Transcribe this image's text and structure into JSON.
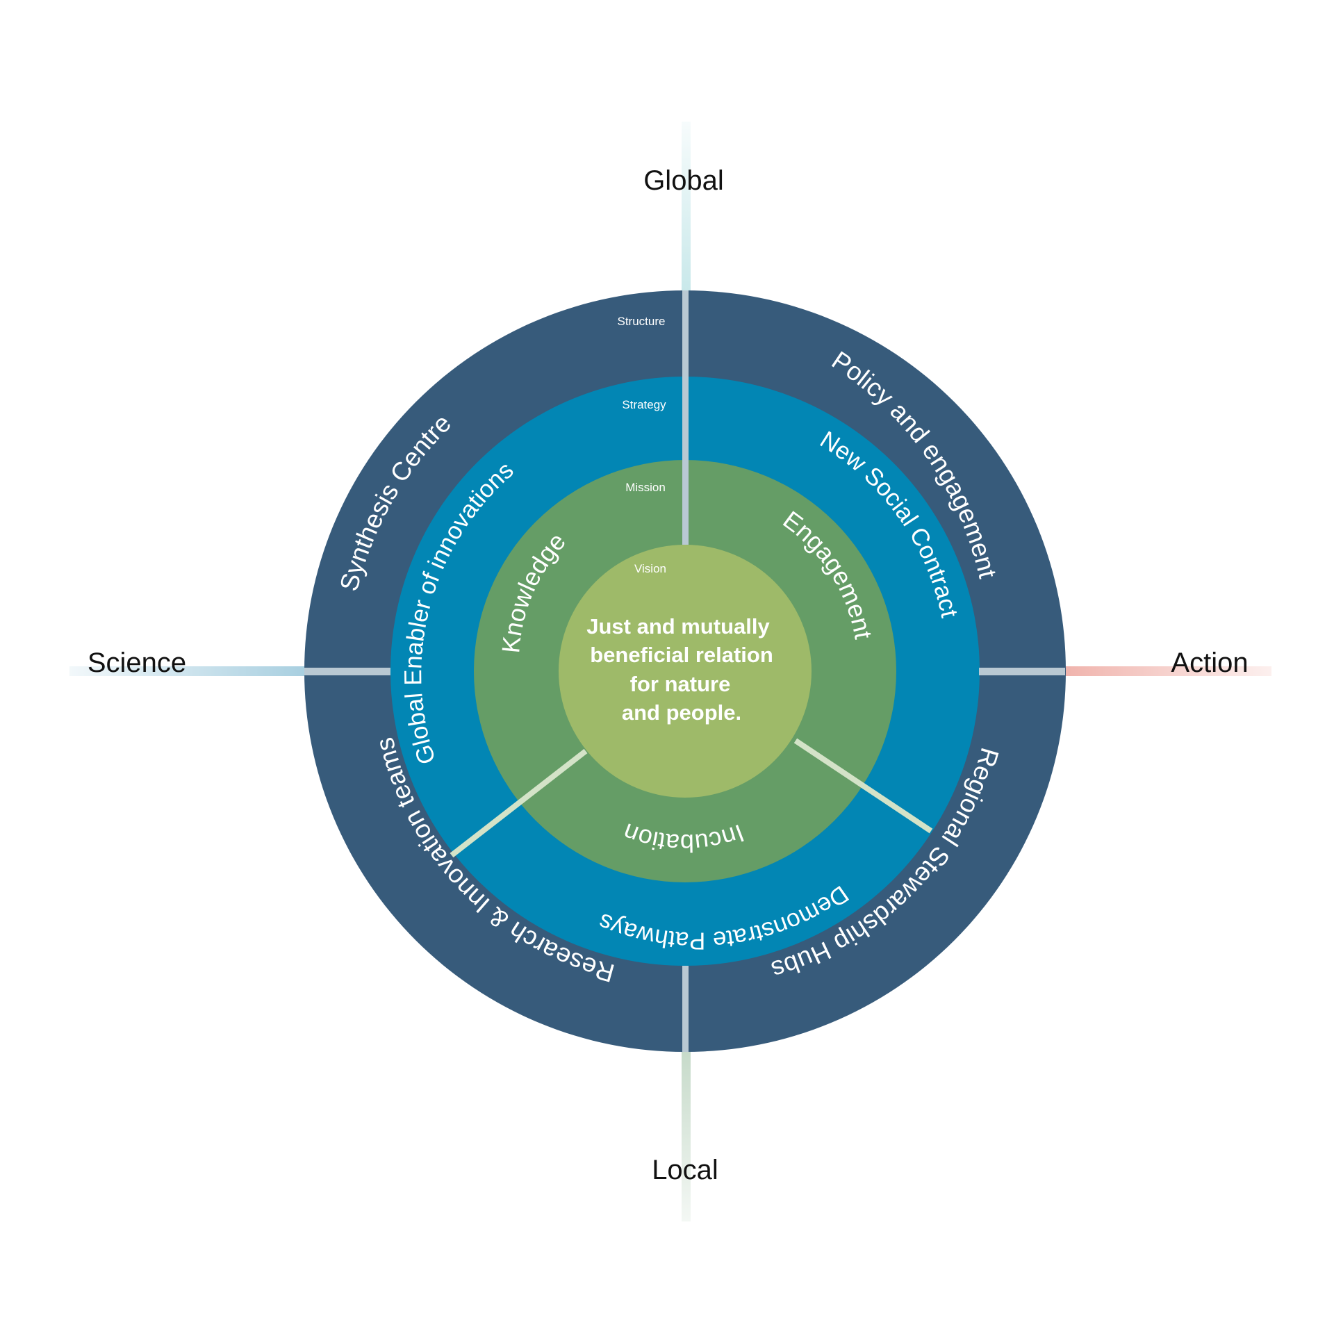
{
  "axes": {
    "top": "Global",
    "bottom": "Local",
    "left": "Science",
    "right": "Action"
  },
  "layers": {
    "structure": "Structure",
    "strategy": "Strategy",
    "mission": "Mission",
    "vision": "Vision"
  },
  "vision_text": [
    "Just and mutually",
    "beneficial relation",
    "for nature",
    "and people."
  ],
  "structure_ring": {
    "top_left": "Synthesis Centre",
    "top_right": "Policy and engagement",
    "bottom_right": "Regional Stewardship Hubs",
    "bottom_left": "Research & Innovation teams"
  },
  "strategy_ring": {
    "left": "Global Enabler of innovations",
    "right": "New Social Contract",
    "bottom": "Demonstrate Pathways"
  },
  "mission_ring": {
    "left": "Knowledge",
    "right": "Engagement",
    "bottom": "Incubation"
  },
  "colors": {
    "structure": "#375b7b",
    "strategy": "#0286b4",
    "mission": "#659d66",
    "vision": "#9eba69",
    "divider": "#b9c9d3",
    "mission_divider": "#d4e3c8",
    "axis_top": "#c8e8ea",
    "axis_bottom": "#c6dac9",
    "axis_left": "#a8cfe0",
    "axis_right": "#f0b3ac"
  }
}
